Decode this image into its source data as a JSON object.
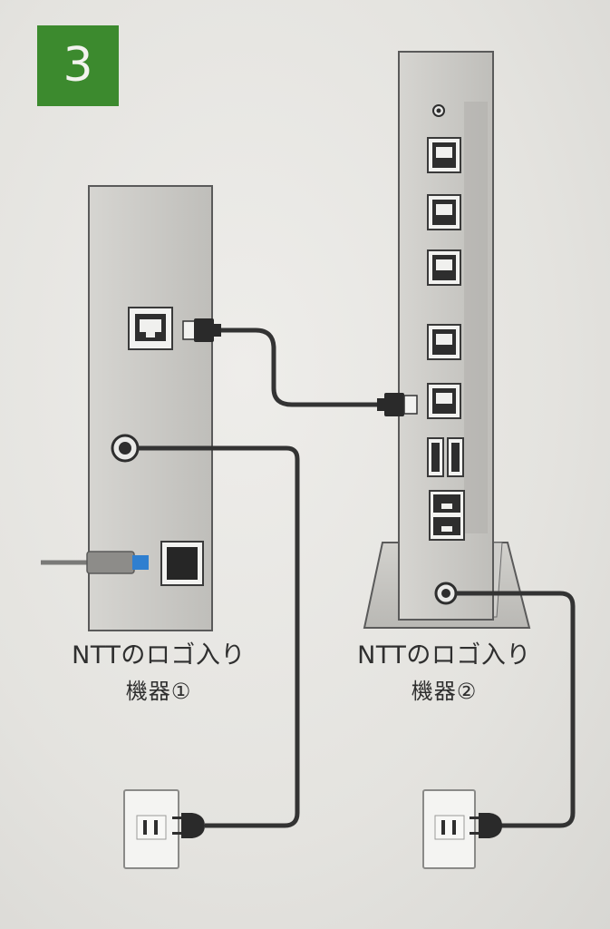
{
  "step": {
    "number": "3",
    "badge_color": "#3c8a2e"
  },
  "devices": [
    {
      "label_line1": "NTTのロゴ入り",
      "label_line2": "機器①"
    },
    {
      "label_line1": "NTTのロゴ入り",
      "label_line2": "機器②"
    }
  ],
  "colors": {
    "device_body": "#c9c8c4",
    "device_outline": "#4a4a4a",
    "cable": "#3a3a3a",
    "usb_accent": "#2f7fd0",
    "outlet_plate": "#f4f4f2"
  },
  "icons": [
    "lan-port-icon",
    "power-jack-icon",
    "usb-port-icon",
    "phone-port-icon",
    "power-plug-icon",
    "wall-outlet-icon"
  ]
}
